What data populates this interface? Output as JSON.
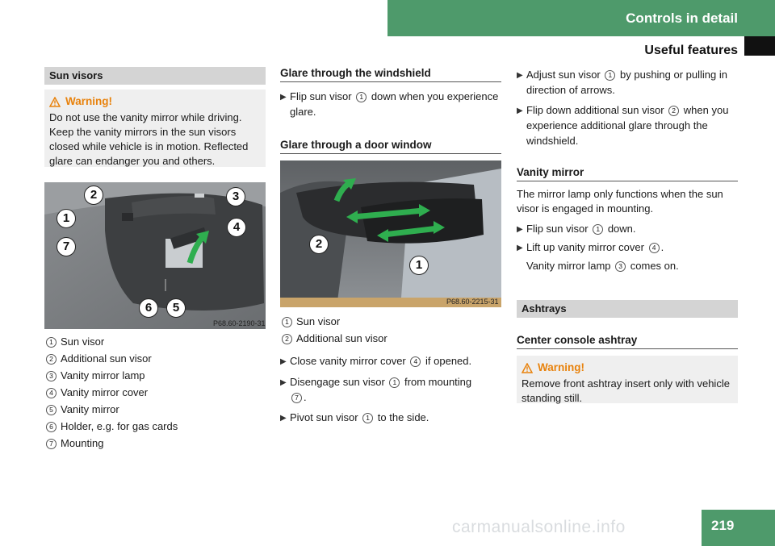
{
  "header": {
    "section": "Controls in detail",
    "subsection": "Useful features",
    "page_number": "219"
  },
  "watermark": "carmanualsonline.info",
  "col1": {
    "title": "Sun visors",
    "warning": {
      "title": "Warning!",
      "text": "Do not use the vanity mirror while driving. Keep the vanity mirrors in the sun visors closed while vehicle is in motion. Reflected glare can endanger you and others."
    },
    "figure": {
      "code": "P68.60-2190-31",
      "callouts": [
        "2",
        "3",
        "1",
        "4",
        "7",
        "6",
        "5"
      ]
    },
    "legend": [
      {
        "num": "1",
        "label": "Sun visor"
      },
      {
        "num": "2",
        "label": "Additional sun visor"
      },
      {
        "num": "3",
        "label": "Vanity mirror lamp"
      },
      {
        "num": "4",
        "label": "Vanity mirror cover"
      },
      {
        "num": "5",
        "label": "Vanity mirror"
      },
      {
        "num": "6",
        "label": "Holder, e.g. for gas cards"
      },
      {
        "num": "7",
        "label": "Mounting"
      }
    ]
  },
  "col2": {
    "windshield_title": "Glare through the windshield",
    "windshield_step": {
      "a": "Flip sun visor",
      "ref": "1",
      "b": "down when you experience glare."
    },
    "door_title": "Glare through a door window",
    "figure": {
      "code": "P68.60-2215-31",
      "callouts": [
        "2",
        "1"
      ]
    },
    "legend": [
      {
        "num": "1",
        "label": "Sun visor"
      },
      {
        "num": "2",
        "label": "Additional sun visor"
      }
    ],
    "steps": [
      {
        "a": "Close vanity mirror cover",
        "ref": "4",
        "b": "if opened."
      },
      {
        "a": "Disengage sun visor",
        "ref": "1",
        "b": "from mounting",
        "ref2": "7",
        "c": "."
      },
      {
        "a": "Pivot sun visor",
        "ref": "1",
        "b": "to the side."
      }
    ]
  },
  "col3": {
    "steps": [
      {
        "a": "Adjust sun visor",
        "ref": "1",
        "b": "by pushing or pulling in direction of arrows."
      },
      {
        "a": "Flip down additional sun visor",
        "ref": "2",
        "b": "when you experience additional glare through the windshield."
      }
    ],
    "vanity_title": "Vanity mirror",
    "vanity_text": "The mirror lamp only functions when the sun visor is engaged in mounting.",
    "vanity_steps": [
      {
        "a": "Flip sun visor",
        "ref": "1",
        "b": "down."
      },
      {
        "a": "Lift up vanity mirror cover",
        "ref": "4",
        "b": "."
      }
    ],
    "vanity_result": {
      "a": "Vanity mirror lamp",
      "ref": "3",
      "b": "comes on."
    },
    "ashtrays_title": "Ashtrays",
    "console_title": "Center console ashtray",
    "warning": {
      "title": "Warning!",
      "text": "Remove front ashtray insert only with vehicle standing still."
    }
  },
  "colors": {
    "accent_green": "#4e9a6b",
    "warning_orange": "#e8820c",
    "arrow_green": "#2fae4f"
  }
}
